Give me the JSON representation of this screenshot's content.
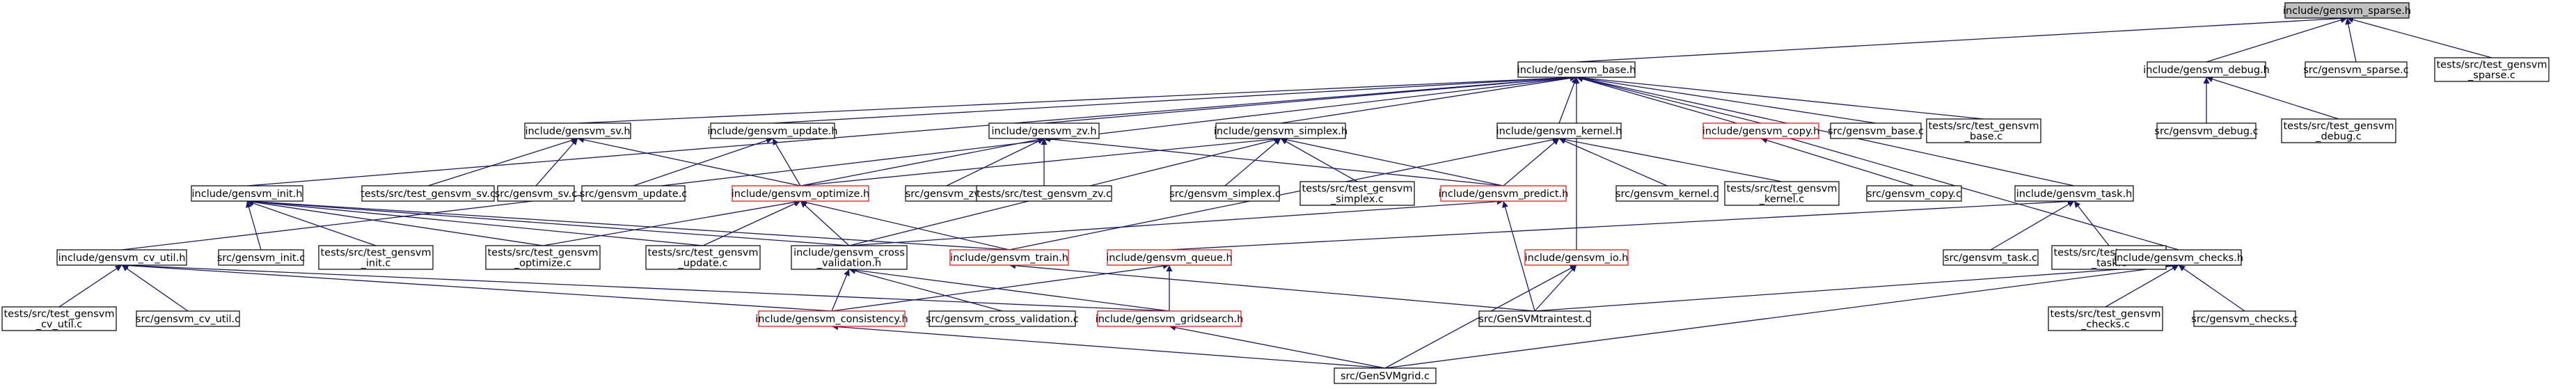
{
  "nodes": [
    {
      "id": "sparse_h",
      "lines": [
        "include/gensvm_sparse.h"
      ],
      "style": "root",
      "interactable": true
    },
    {
      "id": "base_h",
      "lines": [
        "include/gensvm_base.h"
      ],
      "style": "normal",
      "interactable": true
    },
    {
      "id": "debug_h",
      "lines": [
        "include/gensvm_debug.h"
      ],
      "style": "normal",
      "interactable": true
    },
    {
      "id": "sparse_c",
      "lines": [
        "src/gensvm_sparse.c"
      ],
      "style": "normal",
      "interactable": true
    },
    {
      "id": "test_sparse_c",
      "lines": [
        "tests/src/test_gensvm",
        "_sparse.c"
      ],
      "style": "normal",
      "interactable": true
    },
    {
      "id": "sv_h",
      "lines": [
        "include/gensvm_sv.h"
      ],
      "style": "normal",
      "interactable": true
    },
    {
      "id": "update_h",
      "lines": [
        "include/gensvm_update.h"
      ],
      "style": "normal",
      "interactable": true
    },
    {
      "id": "zv_h",
      "lines": [
        "include/gensvm_zv.h"
      ],
      "style": "normal",
      "interactable": true
    },
    {
      "id": "simplex_h",
      "lines": [
        "include/gensvm_simplex.h"
      ],
      "style": "normal",
      "interactable": true
    },
    {
      "id": "kernel_h",
      "lines": [
        "include/gensvm_kernel.h"
      ],
      "style": "normal",
      "interactable": true
    },
    {
      "id": "copy_h",
      "lines": [
        "include/gensvm_copy.h"
      ],
      "style": "red",
      "interactable": true
    },
    {
      "id": "base_c",
      "lines": [
        "src/gensvm_base.c"
      ],
      "style": "normal",
      "interactable": true
    },
    {
      "id": "test_base_c",
      "lines": [
        "tests/src/test_gensvm",
        "_base.c"
      ],
      "style": "normal",
      "interactable": true
    },
    {
      "id": "debug_c",
      "lines": [
        "src/gensvm_debug.c"
      ],
      "style": "normal",
      "interactable": true
    },
    {
      "id": "test_debug_c",
      "lines": [
        "tests/src/test_gensvm",
        "_debug.c"
      ],
      "style": "normal",
      "interactable": true
    },
    {
      "id": "init_h",
      "lines": [
        "include/gensvm_init.h"
      ],
      "style": "normal",
      "interactable": true
    },
    {
      "id": "test_sv_c",
      "lines": [
        "tests/src/test_gensvm_sv.c"
      ],
      "style": "normal",
      "interactable": true
    },
    {
      "id": "sv_c",
      "lines": [
        "src/gensvm_sv.c"
      ],
      "style": "normal",
      "interactable": true
    },
    {
      "id": "update_c",
      "lines": [
        "src/gensvm_update.c"
      ],
      "style": "normal",
      "interactable": true
    },
    {
      "id": "optimize_h",
      "lines": [
        "include/gensvm_optimize.h"
      ],
      "style": "red",
      "interactable": true
    },
    {
      "id": "zv_c",
      "lines": [
        "src/gensvm_zv.c"
      ],
      "style": "normal",
      "interactable": true
    },
    {
      "id": "test_zv_c",
      "lines": [
        "tests/src/test_gensvm_zv.c"
      ],
      "style": "normal",
      "interactable": true
    },
    {
      "id": "simplex_c",
      "lines": [
        "src/gensvm_simplex.c"
      ],
      "style": "normal",
      "interactable": true
    },
    {
      "id": "test_simplex_c",
      "lines": [
        "tests/src/test_gensvm",
        "_simplex.c"
      ],
      "style": "normal",
      "interactable": true
    },
    {
      "id": "predict_h",
      "lines": [
        "include/gensvm_predict.h"
      ],
      "style": "red",
      "interactable": true
    },
    {
      "id": "kernel_c",
      "lines": [
        "src/gensvm_kernel.c"
      ],
      "style": "normal",
      "interactable": true
    },
    {
      "id": "test_kernel_c",
      "lines": [
        "tests/src/test_gensvm",
        "_kernel.c"
      ],
      "style": "normal",
      "interactable": true
    },
    {
      "id": "copy_c",
      "lines": [
        "src/gensvm_copy.c"
      ],
      "style": "normal",
      "interactable": true
    },
    {
      "id": "task_h",
      "lines": [
        "include/gensvm_task.h"
      ],
      "style": "normal",
      "interactable": true
    },
    {
      "id": "cv_util_h",
      "lines": [
        "include/gensvm_cv_util.h"
      ],
      "style": "normal",
      "interactable": true
    },
    {
      "id": "init_c",
      "lines": [
        "src/gensvm_init.c"
      ],
      "style": "normal",
      "interactable": true
    },
    {
      "id": "test_init_c",
      "lines": [
        "tests/src/test_gensvm",
        "_init.c"
      ],
      "style": "normal",
      "interactable": true
    },
    {
      "id": "test_optimize_c",
      "lines": [
        "tests/src/test_gensvm",
        "_optimize.c"
      ],
      "style": "normal",
      "interactable": true
    },
    {
      "id": "test_update_c",
      "lines": [
        "tests/src/test_gensvm",
        "_update.c"
      ],
      "style": "normal",
      "interactable": true
    },
    {
      "id": "cross_validation_h",
      "lines": [
        "include/gensvm_cross",
        "_validation.h"
      ],
      "style": "normal",
      "interactable": true
    },
    {
      "id": "train_h",
      "lines": [
        "include/gensvm_train.h"
      ],
      "style": "red",
      "interactable": true
    },
    {
      "id": "queue_h",
      "lines": [
        "include/gensvm_queue.h"
      ],
      "style": "red",
      "interactable": true
    },
    {
      "id": "io_h",
      "lines": [
        "include/gensvm_io.h"
      ],
      "style": "red",
      "interactable": true
    },
    {
      "id": "task_c",
      "lines": [
        "src/gensvm_task.c"
      ],
      "style": "normal",
      "interactable": true
    },
    {
      "id": "test_task_c",
      "lines": [
        "tests/src/test_gensvm",
        "_task.c"
      ],
      "style": "normal",
      "interactable": true
    },
    {
      "id": "checks_h",
      "lines": [
        "include/gensvm_checks.h"
      ],
      "style": "normal",
      "interactable": true
    },
    {
      "id": "test_cv_util_c",
      "lines": [
        "tests/src/test_gensvm",
        "_cv_util.c"
      ],
      "style": "normal",
      "interactable": true
    },
    {
      "id": "cv_util_c",
      "lines": [
        "src/gensvm_cv_util.c"
      ],
      "style": "normal",
      "interactable": true
    },
    {
      "id": "consistency_h",
      "lines": [
        "include/gensvm_consistency.h"
      ],
      "style": "red",
      "interactable": true
    },
    {
      "id": "cross_validation_c",
      "lines": [
        "src/gensvm_cross_validation.c"
      ],
      "style": "normal",
      "interactable": true
    },
    {
      "id": "gridsearch_h",
      "lines": [
        "include/gensvm_gridsearch.h"
      ],
      "style": "red",
      "interactable": true
    },
    {
      "id": "traintest_c",
      "lines": [
        "src/GenSVMtraintest.c"
      ],
      "style": "normal",
      "interactable": true
    },
    {
      "id": "test_checks_c",
      "lines": [
        "tests/src/test_gensvm",
        "_checks.c"
      ],
      "style": "normal",
      "interactable": true
    },
    {
      "id": "checks_c",
      "lines": [
        "src/gensvm_checks.c"
      ],
      "style": "normal",
      "interactable": true
    },
    {
      "id": "grid_c",
      "lines": [
        "src/GenSVMgrid.c"
      ],
      "style": "normal",
      "interactable": true
    }
  ],
  "edges": [
    [
      "sparse_h",
      "base_h"
    ],
    [
      "sparse_h",
      "debug_h"
    ],
    [
      "sparse_h",
      "sparse_c"
    ],
    [
      "sparse_h",
      "test_sparse_c"
    ],
    [
      "debug_h",
      "debug_c"
    ],
    [
      "debug_h",
      "test_debug_c"
    ],
    [
      "base_h",
      "sv_h"
    ],
    [
      "base_h",
      "update_h"
    ],
    [
      "base_h",
      "zv_h"
    ],
    [
      "base_h",
      "simplex_h"
    ],
    [
      "base_h",
      "kernel_h"
    ],
    [
      "base_h",
      "copy_h"
    ],
    [
      "base_h",
      "base_c"
    ],
    [
      "base_h",
      "test_base_c"
    ],
    [
      "base_h",
      "init_h"
    ],
    [
      "base_h",
      "cv_util_h"
    ],
    [
      "base_h",
      "task_h"
    ],
    [
      "base_h",
      "checks_h"
    ],
    [
      "base_h",
      "io_h"
    ],
    [
      "sv_h",
      "test_sv_c"
    ],
    [
      "sv_h",
      "sv_c"
    ],
    [
      "sv_h",
      "optimize_h"
    ],
    [
      "update_h",
      "update_c"
    ],
    [
      "update_h",
      "optimize_h"
    ],
    [
      "zv_h",
      "zv_c"
    ],
    [
      "zv_h",
      "test_zv_c"
    ],
    [
      "zv_h",
      "optimize_h"
    ],
    [
      "zv_h",
      "predict_h"
    ],
    [
      "simplex_h",
      "simplex_c"
    ],
    [
      "simplex_h",
      "test_simplex_c"
    ],
    [
      "simplex_h",
      "optimize_h"
    ],
    [
      "simplex_h",
      "predict_h"
    ],
    [
      "simplex_h",
      "cross_validation_h"
    ],
    [
      "kernel_h",
      "predict_h"
    ],
    [
      "kernel_h",
      "kernel_c"
    ],
    [
      "kernel_h",
      "test_kernel_c"
    ],
    [
      "kernel_h",
      "train_h"
    ],
    [
      "copy_h",
      "copy_c"
    ],
    [
      "optimize_h",
      "test_optimize_c"
    ],
    [
      "optimize_h",
      "test_update_c"
    ],
    [
      "optimize_h",
      "cross_validation_h"
    ],
    [
      "optimize_h",
      "train_h"
    ],
    [
      "predict_h",
      "cross_validation_h"
    ],
    [
      "predict_h",
      "traintest_c"
    ],
    [
      "init_h",
      "init_c"
    ],
    [
      "init_h",
      "test_init_c"
    ],
    [
      "init_h",
      "test_optimize_c"
    ],
    [
      "init_h",
      "test_update_c"
    ],
    [
      "init_h",
      "cross_validation_h"
    ],
    [
      "init_h",
      "train_h"
    ],
    [
      "task_h",
      "task_c"
    ],
    [
      "task_h",
      "test_task_c"
    ],
    [
      "task_h",
      "queue_h"
    ],
    [
      "cv_util_h",
      "test_cv_util_c"
    ],
    [
      "cv_util_h",
      "cv_util_c"
    ],
    [
      "cv_util_h",
      "consistency_h"
    ],
    [
      "cv_util_h",
      "gridsearch_h"
    ],
    [
      "cross_validation_h",
      "consistency_h"
    ],
    [
      "cross_validation_h",
      "cross_validation_c"
    ],
    [
      "cross_validation_h",
      "gridsearch_h"
    ],
    [
      "train_h",
      "traintest_c"
    ],
    [
      "queue_h",
      "consistency_h"
    ],
    [
      "queue_h",
      "gridsearch_h"
    ],
    [
      "io_h",
      "traintest_c"
    ],
    [
      "io_h",
      "grid_c"
    ],
    [
      "checks_h",
      "traintest_c"
    ],
    [
      "checks_h",
      "test_checks_c"
    ],
    [
      "checks_h",
      "checks_c"
    ],
    [
      "checks_h",
      "grid_c"
    ],
    [
      "consistency_h",
      "grid_c"
    ],
    [
      "gridsearch_h",
      "grid_c"
    ]
  ],
  "colors": {
    "edge": "#191970",
    "red_border": "#ff0000",
    "root_fill": "#bfbfbf",
    "border": "#000000"
  }
}
